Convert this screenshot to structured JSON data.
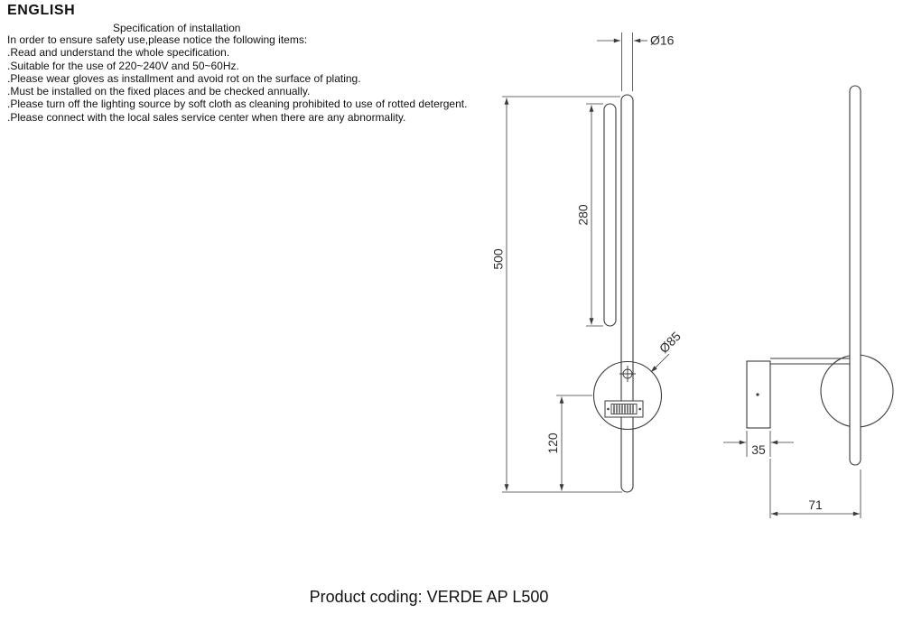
{
  "page": {
    "background": "#ffffff",
    "ink": "#3a3a3a"
  },
  "header": {
    "language_label": "ENGLISH",
    "section_title": "Specification of installation"
  },
  "spec": {
    "lines": [
      "In order to ensure safety use,please notice the following items:",
      ".Read and understand the whole specification.",
      ".Suitable for the use of 220~240V and 50~60Hz.",
      ".Please wear gloves as installment and avoid rot on the surface of plating.",
      ".Must be installed on the fixed places and be checked annually.",
      ".Please turn off the lighting source by soft cloth as cleaning prohibited to use of rotted detergent.",
      ".Please connect with the local sales service center when there are any abnormality."
    ]
  },
  "drawing": {
    "dims": {
      "rod_diameter": "Ø16",
      "led_length": "280",
      "total_length": "500",
      "canopy_diameter": "Ø85",
      "bottom_offset": "120",
      "canopy_depth": "35",
      "total_depth": "71"
    }
  },
  "footer": {
    "product_coding": "Product coding: VERDE AP L500"
  }
}
